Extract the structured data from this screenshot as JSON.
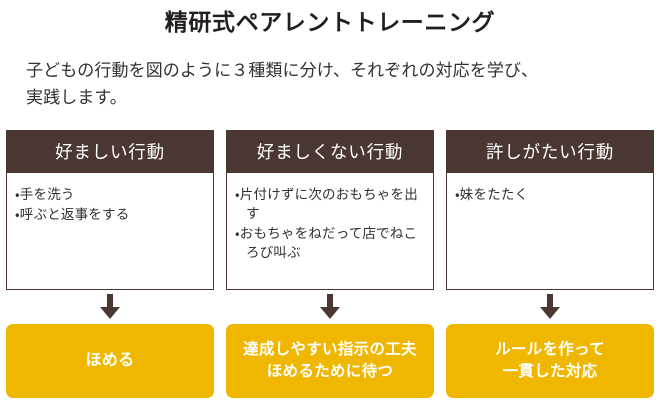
{
  "page": {
    "title": "精研式ペアレントトレーニング",
    "intro_lines": [
      "子どもの行動を図のように３種類に分け、それぞれの対応を学び、",
      "実践します。"
    ]
  },
  "colors": {
    "header_brown": "#4a3731",
    "action_yellow": "#efb700",
    "text_dark": "#333031",
    "card_background": "#ffffff",
    "page_background": "#ffffff"
  },
  "columns": [
    {
      "header": "好ましい行動",
      "examples": [
        "・手を洗う",
        "・呼ぶと返事をする"
      ],
      "arrow": "down-arrow-icon",
      "action_lines": [
        "ほめる"
      ]
    },
    {
      "header": "好ましくない行動",
      "examples": [
        "・片付けずに次のおもちゃを出す",
        "・おもちゃをねだって店でねころび叫ぶ"
      ],
      "arrow": "down-arrow-icon",
      "action_lines": [
        "達成しやすい指示の工夫",
        "ほめるために待つ"
      ]
    },
    {
      "header": "許しがたい行動",
      "examples": [
        "・妹をたたく"
      ],
      "arrow": "down-arrow-icon",
      "action_lines": [
        "ルールを作って",
        "一貫した対応"
      ]
    }
  ]
}
